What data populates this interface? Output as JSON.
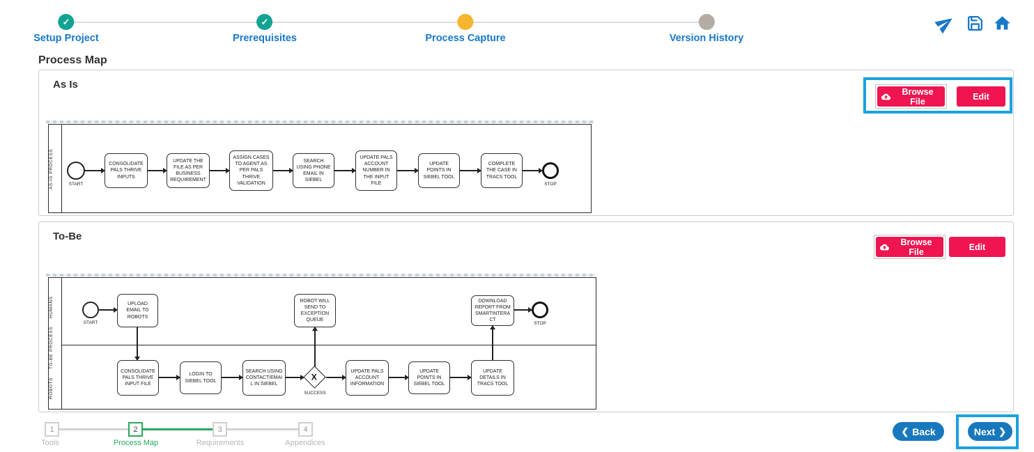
{
  "colors": {
    "accent_blue": "#1778C8",
    "button_blue": "#1878BE",
    "pink": "#EE1550",
    "teal_done": "#12A392",
    "amber_current": "#F6B52E",
    "gray_pending": "#B4ACA4",
    "green_active": "#28A95C",
    "highlight_cyan": "#18A2DE"
  },
  "top_stepper": {
    "steps": [
      {
        "label": "Setup Project",
        "state": "done",
        "glyph": "✓"
      },
      {
        "label": "Prerequisites",
        "state": "done",
        "glyph": "✓"
      },
      {
        "label": "Process Capture",
        "state": "current"
      },
      {
        "label": "Version History",
        "state": "pending"
      }
    ]
  },
  "toolbar": {
    "icons": [
      "send-icon",
      "save-icon",
      "home-icon"
    ]
  },
  "page_title": "Process Map",
  "panels": {
    "asis": {
      "title": "As Is",
      "browse_button": "Browse File",
      "edit_button": "Edit",
      "diagram": {
        "pool_label": "AS-IS PROCESS",
        "start_label": "START",
        "stop_label": "STOP",
        "tasks": [
          "CONSOLIDATE PALS THRIVE INPUTS",
          "UPDATE THE FILE AS PER BUSINESS REQUIREMENT",
          "ASSIGN CASES TO AGENT AS PER PALS THRIVE VALIDATION",
          "SEARCH USING PHONE EMAIL IN SIEBEL",
          "UPDATE PALS ACCOUNT NUMBER IN THE INPUT FILE",
          "UPDATE POINTS IN SIEBEL TOOL",
          "COMPLETE THE CASE IN TRACS TOOL"
        ]
      }
    },
    "tobe": {
      "title": "To-Be",
      "browse_button": "Browse File",
      "edit_button": "Edit",
      "diagram": {
        "pool_label": "TO-BE PROCESS",
        "lane_top": "HUMANS",
        "lane_bottom": "ROBOTS",
        "start_label": "START",
        "stop_label": "STOP",
        "gateway_label": "SUCCESS",
        "gateway_glyph": "X",
        "human_tasks": [
          "UPLOAD EMAIL TO ROBOTS",
          "ROBOT WILL SEND TO EXCEPTION QUEUE",
          "DOWNLOAD REPORT FROM SMARTINTERACT"
        ],
        "robot_tasks": [
          "CONSOLIDATE PALS THRIVE INPUT FILE",
          "LOGIN TO SIEBEL TOOL",
          "SEARCH USING CONTACT/EMAIL IN SIEBEL",
          "UPDATE PALS ACCOUNT INFORMATION",
          "UPDATE POINTS IN SIEBEL TOOL",
          "UPDATE DETAILS IN TRACS TOOL"
        ]
      }
    }
  },
  "bottom_stepper": {
    "steps": [
      {
        "num": "1",
        "label": "Tools",
        "state": "pending"
      },
      {
        "num": "2",
        "label": "Process Map",
        "state": "active"
      },
      {
        "num": "3",
        "label": "Requirements",
        "state": "pending"
      },
      {
        "num": "4",
        "label": "Appendices",
        "state": "pending"
      }
    ]
  },
  "nav": {
    "back_label": "Back",
    "next_label": "Next",
    "back_chevron": "❮",
    "next_chevron": "❯"
  }
}
